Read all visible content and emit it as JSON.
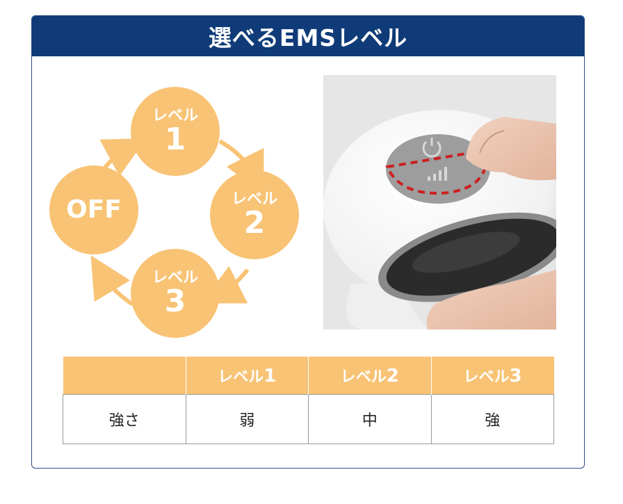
{
  "header": {
    "title": "選べるEMSレベル"
  },
  "cycle": {
    "level_word": "レベル",
    "items": [
      {
        "key": "l1",
        "label": "レベル",
        "number": "1"
      },
      {
        "key": "l2",
        "label": "レベル",
        "number": "2"
      },
      {
        "key": "l3",
        "label": "レベル",
        "number": "3"
      },
      {
        "key": "off",
        "label": "OFF",
        "number": ""
      }
    ]
  },
  "table": {
    "headers": [
      "",
      "レベル",
      "レベル",
      "レベル"
    ],
    "header_numbers": [
      "",
      "1",
      "2",
      "3"
    ],
    "row_label": "強さ",
    "values": [
      "弱",
      "中",
      "強"
    ]
  },
  "colors": {
    "header_bg": "#0f3b78",
    "accent": "#f8c375",
    "border": "#2a4f86",
    "highlight_dash": "#cc1f1f"
  },
  "photo": {
    "icons": [
      "power-icon",
      "signal-bars-icon"
    ]
  }
}
